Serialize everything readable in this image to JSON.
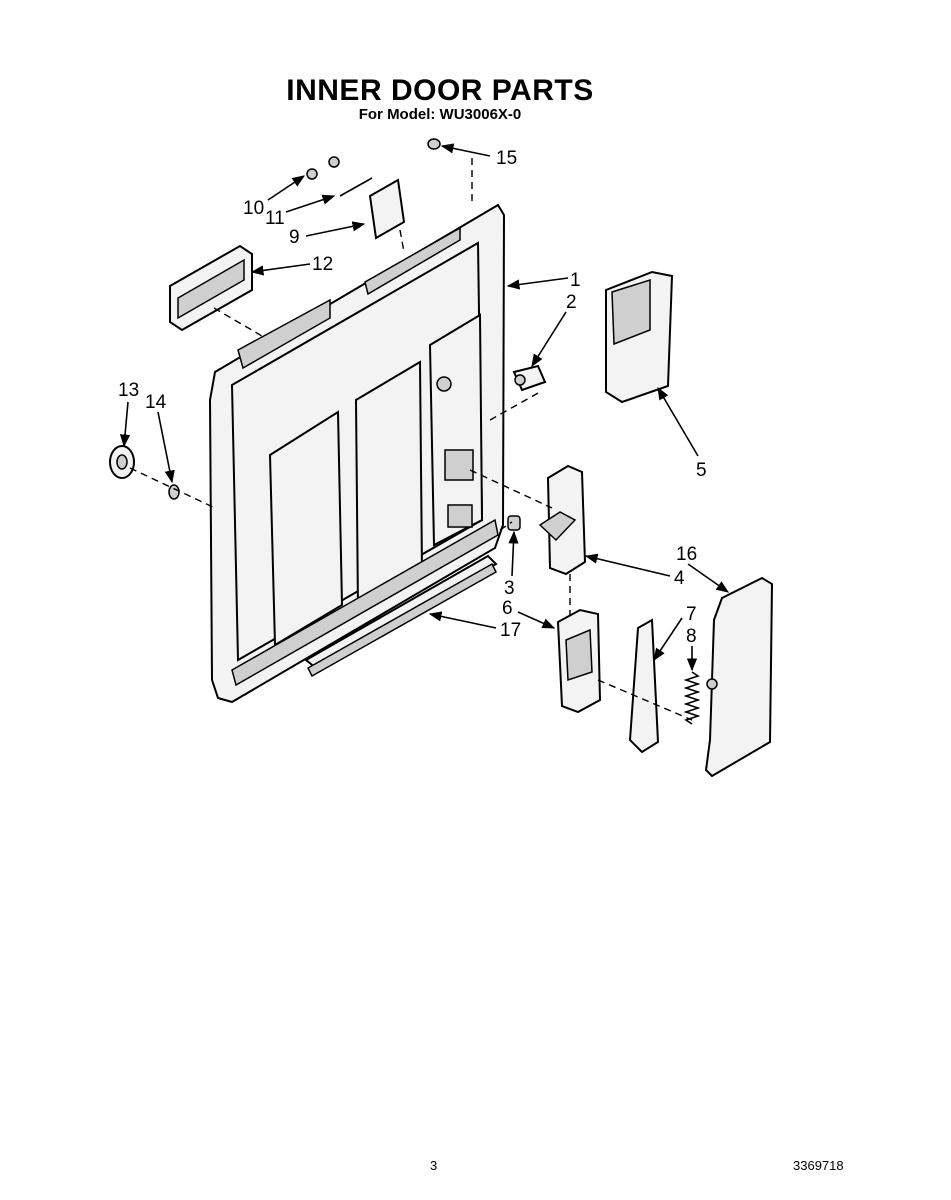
{
  "header": {
    "title": "INNER DOOR PARTS",
    "subtitle": "For Model: WU3006X-0"
  },
  "callouts": [
    "15",
    "10",
    "11",
    "9",
    "12",
    "1",
    "2",
    "13",
    "14",
    "5",
    "16",
    "4",
    "3",
    "6",
    "17",
    "7",
    "8"
  ],
  "footer": {
    "page_number": "3",
    "document_number": "3369718"
  }
}
